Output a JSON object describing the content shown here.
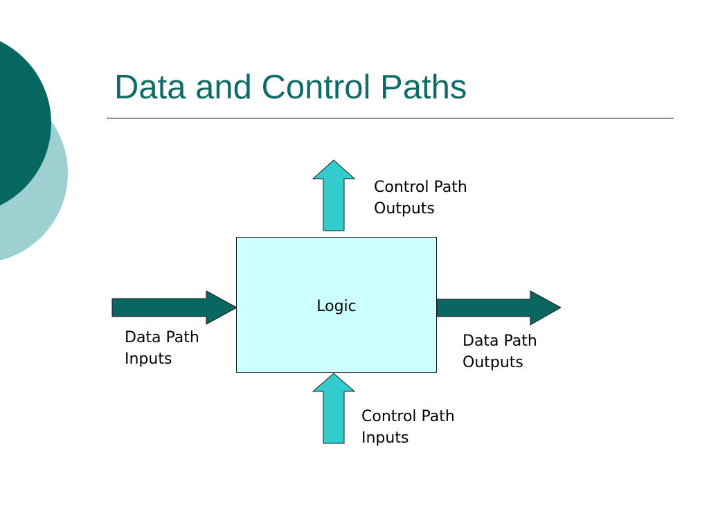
{
  "slide": {
    "title": "Data and Control Paths"
  },
  "diagram": {
    "logic_label": "Logic",
    "control_outputs": {
      "line1": "Control Path",
      "line2": "Outputs"
    },
    "data_inputs": {
      "line1": "Data Path",
      "line2": "Inputs"
    },
    "data_outputs": {
      "line1": "Data Path",
      "line2": "Outputs"
    },
    "control_inputs": {
      "line1": "Control Path",
      "line2": "Inputs"
    }
  },
  "colors": {
    "title": "#0f6b68",
    "deco_dark": "#066660",
    "deco_light": "#9ed0d2",
    "data_arrow": "#0a6661",
    "control_arrow": "#33cccc",
    "logic_fill": "#ccffff"
  }
}
